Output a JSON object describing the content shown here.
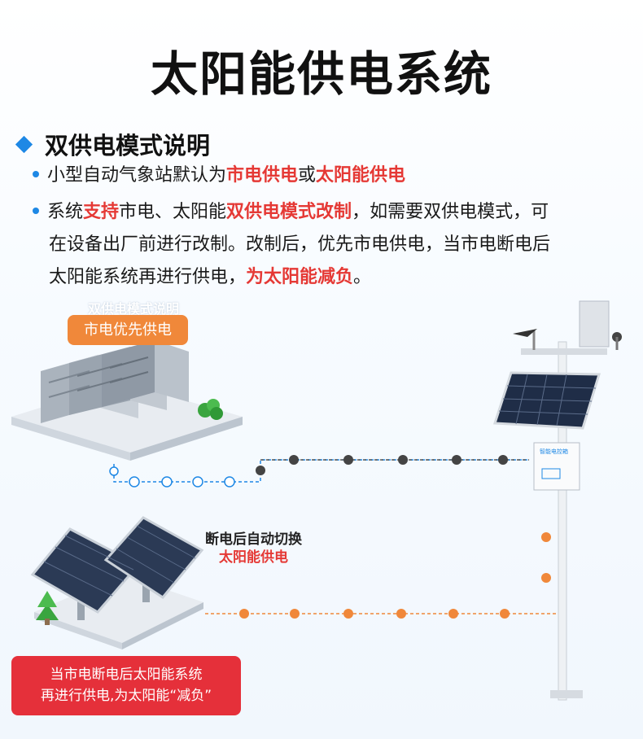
{
  "title": "太阳能供电系统",
  "section": {
    "heading": "双供电模式说明"
  },
  "bullets": {
    "b1": {
      "t1": "小型自动气象站默认为",
      "t2": "市电供电",
      "t3": "或",
      "t4": "太阳能供电"
    },
    "b2": {
      "t1": "系统",
      "t2": "支持",
      "t3": "市电、太阳能",
      "t4": "双供电模式改制",
      "t5": "，如需要双供电模式，可"
    },
    "b2_line2": "在设备出厂前进行改制。改制后，优先市电供电，当市电断电后",
    "b2_line3": {
      "t1": "太阳能系统再进行供电，",
      "t2": "为太阳能减负",
      "t3": "。"
    }
  },
  "diagram": {
    "ghost_label": "双供电模式说明",
    "grid_badge": "市电优先供电",
    "switch_line1": "断电后自动切换",
    "switch_line2": "太阳能供电",
    "note_line1": "当市电断电后太阳能系统",
    "note_line2": "再进行供电,为太阳能“减负”",
    "box_label": "智能电控箱"
  },
  "colors": {
    "accent": "#1e88e5",
    "red": "#e53935",
    "orange": "#f0883a",
    "dark_line": "#555555"
  }
}
